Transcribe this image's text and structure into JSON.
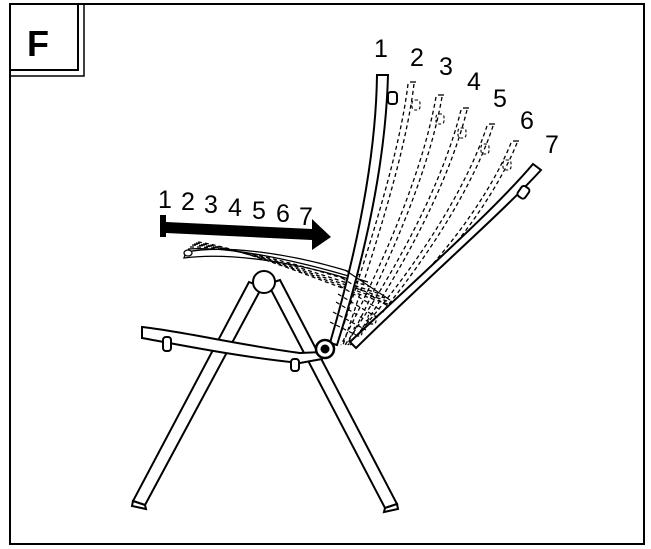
{
  "figure_label": "F",
  "backrest_positions": [
    "1",
    "2",
    "3",
    "4",
    "5",
    "6",
    "7"
  ],
  "armrest_positions": [
    "1",
    "2",
    "3",
    "4",
    "5",
    "6",
    "7"
  ]
}
